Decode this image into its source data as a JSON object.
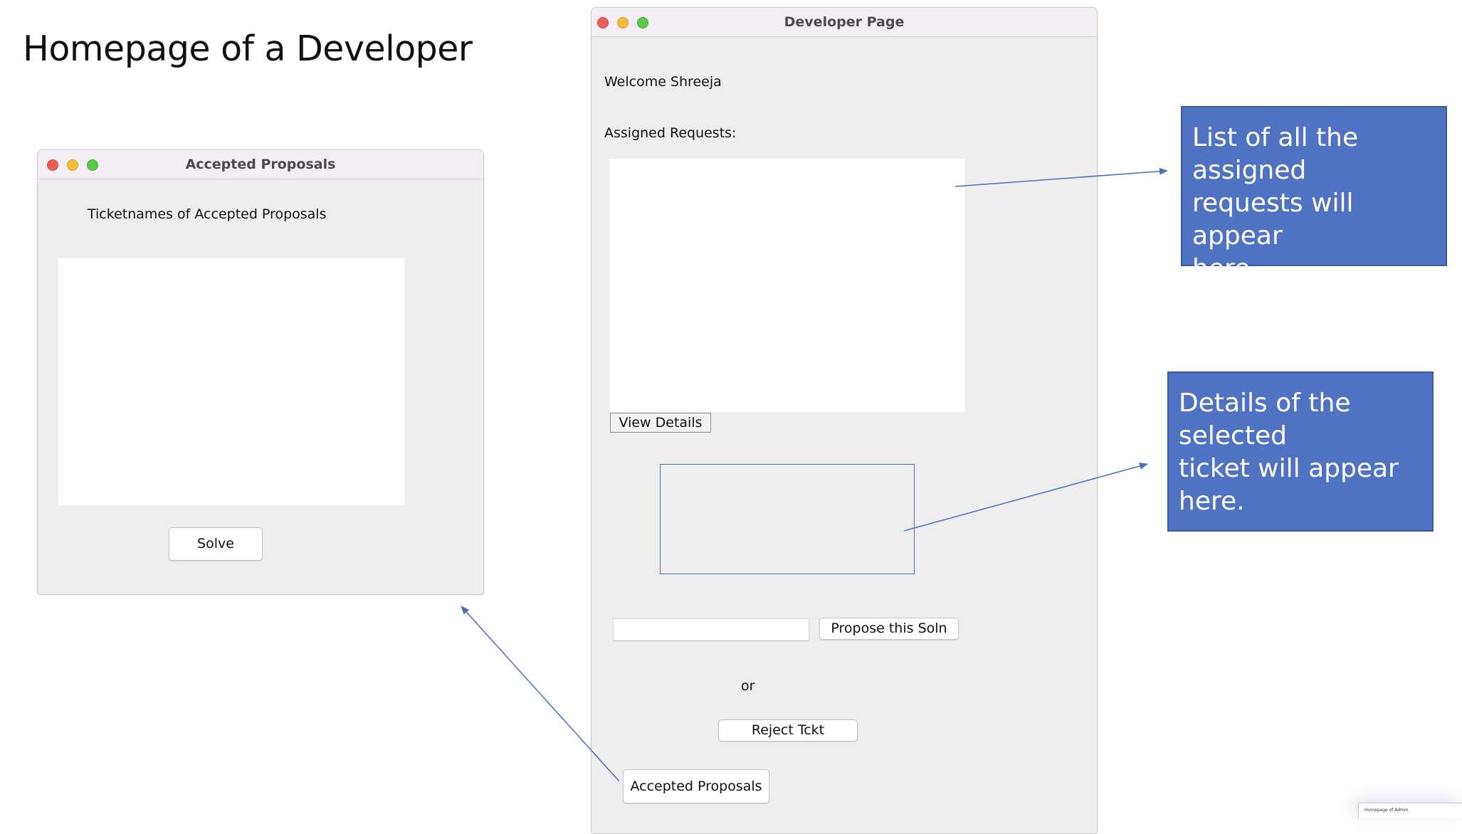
{
  "slide": {
    "title": "Homepage of a Developer"
  },
  "accepted_window": {
    "title": "Accepted Proposals",
    "heading": "Ticketnames of Accepted Proposals",
    "solve_label": "Solve"
  },
  "developer_window": {
    "title": "Developer Page",
    "welcome": "Welcome Shreeja",
    "assigned_label": "Assigned Requests:",
    "view_details_label": "View Details",
    "propose_input_value": "",
    "propose_label": "Propose this Soln",
    "or_label": "or",
    "reject_label": "Reject Tckt",
    "accepted_proposals_label": "Accepted Proposals"
  },
  "callouts": {
    "assigned": "List of all the\nassigned\nrequests will appear\nhere.",
    "details": "Details of the\nselected\nticket will appear\nhere."
  },
  "thumbnail": {
    "text": "Homepage of Admin"
  },
  "colors": {
    "callout_fill": "#4f72c2",
    "arrow": "#4a6fb8",
    "window_bg": "#eeeeee",
    "titlebar_bg": "#f3eef3"
  }
}
